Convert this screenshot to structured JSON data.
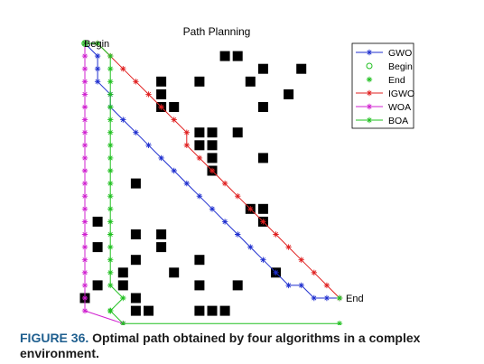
{
  "chart_data": {
    "type": "line",
    "title": "Path Planning",
    "xlim": [
      0,
      20
    ],
    "ylim": [
      0,
      20
    ],
    "grid": false,
    "legend_position": "top-right",
    "start": {
      "label": "Begin",
      "x": 0,
      "y": 20
    },
    "end": {
      "label": "End",
      "x": 20,
      "y": 0
    },
    "obstacles": [
      [
        11,
        19
      ],
      [
        12,
        19
      ],
      [
        14,
        18
      ],
      [
        17,
        18
      ],
      [
        6,
        17
      ],
      [
        9,
        17
      ],
      [
        13,
        17
      ],
      [
        6,
        16
      ],
      [
        16,
        16
      ],
      [
        6,
        15
      ],
      [
        7,
        15
      ],
      [
        14,
        15
      ],
      [
        9,
        13
      ],
      [
        10,
        13
      ],
      [
        12,
        13
      ],
      [
        9,
        12
      ],
      [
        10,
        12
      ],
      [
        10,
        11
      ],
      [
        14,
        11
      ],
      [
        10,
        10
      ],
      [
        4,
        9
      ],
      [
        13,
        7
      ],
      [
        14,
        7
      ],
      [
        1,
        6
      ],
      [
        14,
        6
      ],
      [
        4,
        5
      ],
      [
        6,
        5
      ],
      [
        1,
        4
      ],
      [
        6,
        4
      ],
      [
        4,
        3
      ],
      [
        9,
        3
      ],
      [
        3,
        2
      ],
      [
        7,
        2
      ],
      [
        15,
        2
      ],
      [
        1,
        1
      ],
      [
        3,
        1
      ],
      [
        9,
        1
      ],
      [
        12,
        1
      ],
      [
        0,
        0
      ],
      [
        4,
        0
      ],
      [
        4,
        -1
      ],
      [
        5,
        -1
      ],
      [
        9,
        -1
      ],
      [
        10,
        -1
      ],
      [
        11,
        -1
      ]
    ],
    "series": [
      {
        "name": "GWO",
        "color": "#1f2fcf",
        "marker": "*",
        "x": [
          0,
          1,
          1,
          1,
          2,
          2,
          3,
          4,
          5,
          6,
          7,
          8,
          9,
          10,
          11,
          12,
          13,
          14,
          15,
          16,
          17,
          18,
          19,
          20
        ],
        "y": [
          20,
          19,
          18,
          17,
          16,
          15,
          14,
          13,
          12,
          11,
          10,
          9,
          8,
          7,
          6,
          5,
          4,
          3,
          2,
          1,
          1,
          0,
          0,
          0
        ]
      },
      {
        "name": "IGWO",
        "color": "#e02020",
        "marker": "*",
        "x": [
          0,
          1,
          2,
          3,
          4,
          5,
          6,
          7,
          8,
          8,
          9,
          10,
          11,
          12,
          13,
          14,
          15,
          16,
          17,
          18,
          19,
          20
        ],
        "y": [
          20,
          20,
          19,
          18,
          17,
          16,
          15,
          14,
          13,
          12,
          11,
          10,
          9,
          8,
          7,
          6,
          5,
          4,
          3,
          2,
          1,
          0
        ]
      },
      {
        "name": "WOA",
        "color": "#d020d0",
        "marker": "*",
        "x": [
          0,
          0,
          0,
          0,
          0,
          0,
          0,
          0,
          0,
          0,
          0,
          0,
          0,
          0,
          0,
          0,
          0,
          0,
          0,
          0,
          0,
          0,
          3
        ],
        "y": [
          20,
          19,
          18,
          17,
          16,
          15,
          14,
          13,
          12,
          11,
          10,
          9,
          8,
          7,
          6,
          5,
          4,
          3,
          2,
          1,
          0,
          -1,
          -2
        ]
      },
      {
        "name": "BOA",
        "color": "#20c020",
        "marker": "*",
        "x": [
          0,
          1,
          2,
          2,
          2,
          2,
          2,
          2,
          2,
          2,
          2,
          2,
          2,
          2,
          2,
          2,
          2,
          2,
          2,
          2,
          2,
          3,
          2,
          2,
          2,
          2,
          2,
          3,
          20
        ],
        "y": [
          20,
          20,
          19,
          18,
          17,
          16,
          15,
          14,
          13,
          12,
          11,
          10,
          9,
          8,
          7,
          6,
          5,
          4,
          3,
          2,
          1,
          0,
          -1,
          -1,
          -1,
          -1,
          -1,
          -2,
          -2
        ]
      }
    ],
    "legend": [
      "GWO",
      "Begin",
      "End",
      "IGWO",
      "WOA",
      "BOA"
    ]
  },
  "caption": {
    "figure_number": "FIGURE 36.",
    "text": "Optimal path obtained by four algorithms in a complex environment."
  }
}
